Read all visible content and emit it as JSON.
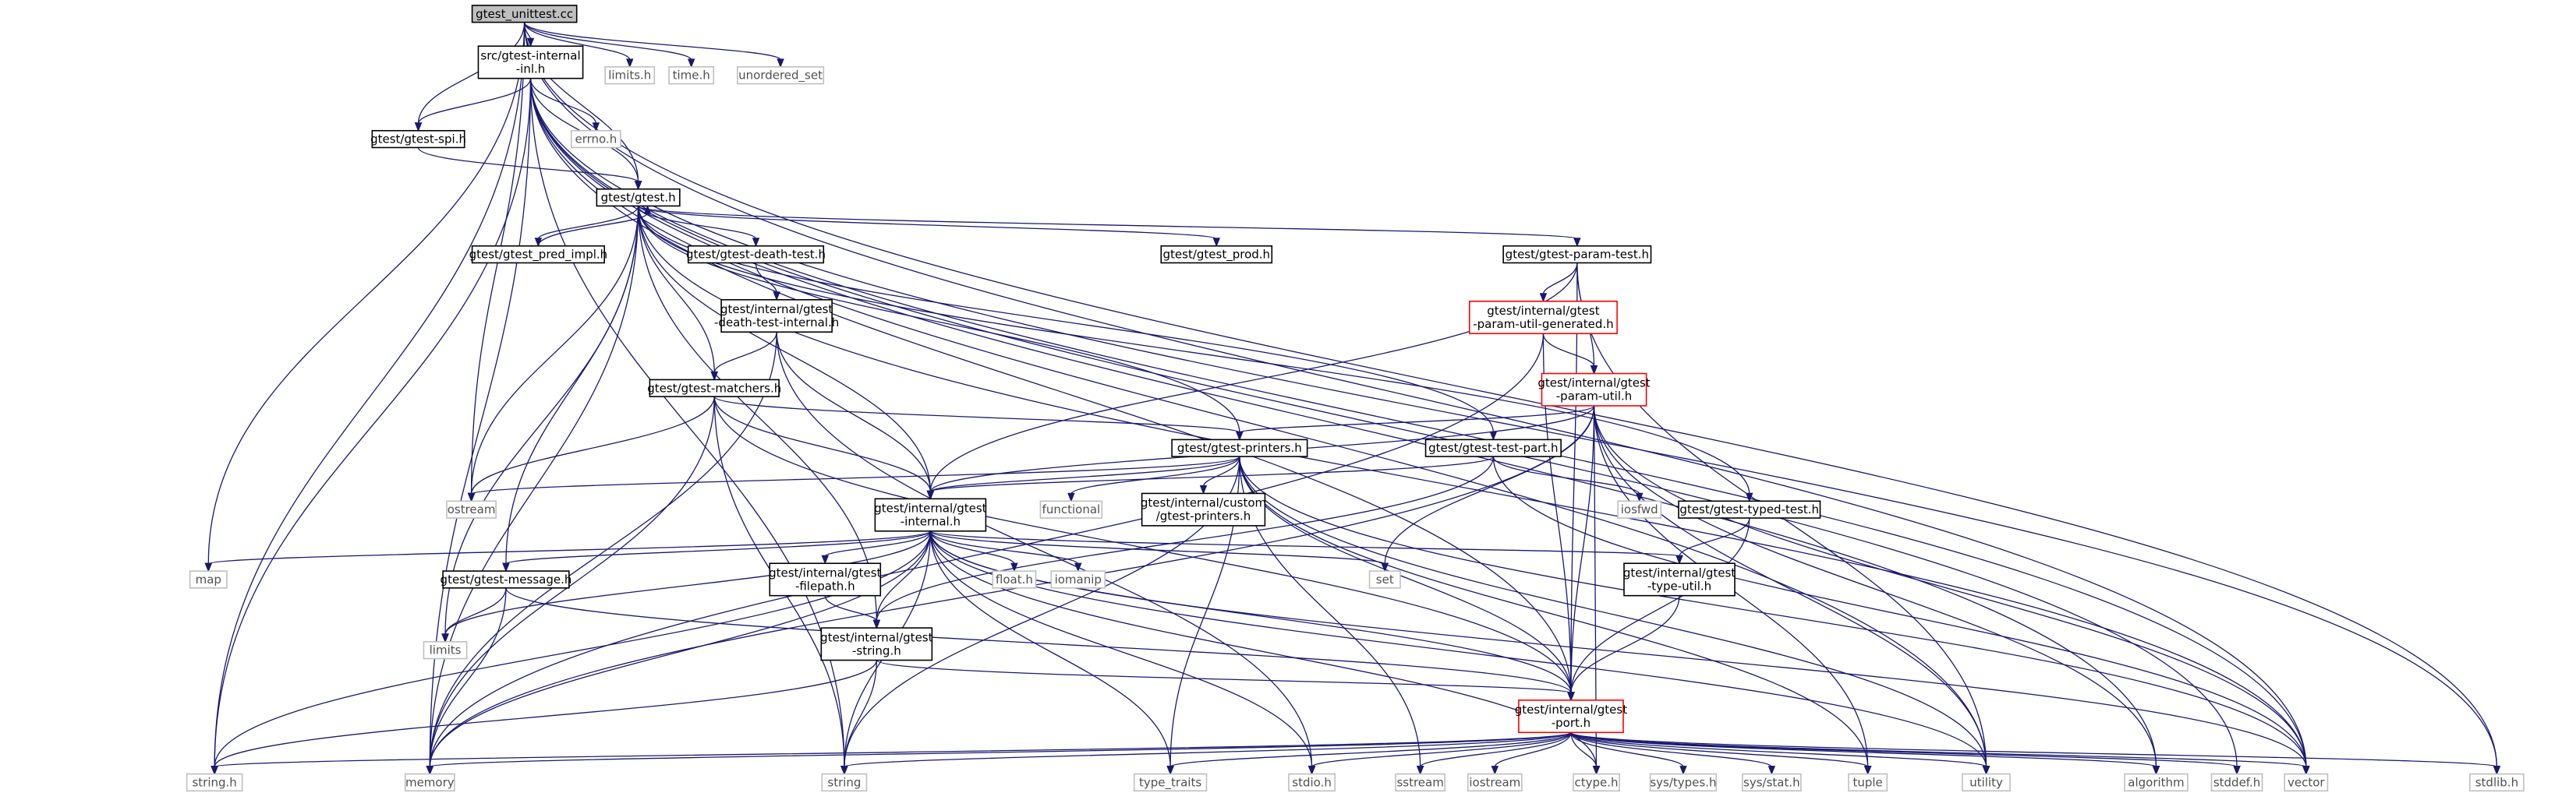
{
  "nodes": [
    {
      "id": "unittest",
      "lines": [
        "gtest_unittest.cc"
      ],
      "style": "main"
    },
    {
      "id": "inl",
      "lines": [
        "src/gtest-internal",
        "-inl.h"
      ],
      "style": "doc"
    },
    {
      "id": "limits_h",
      "lines": [
        "limits.h"
      ],
      "style": "ext"
    },
    {
      "id": "time_h",
      "lines": [
        "time.h"
      ],
      "style": "ext"
    },
    {
      "id": "unordered_set",
      "lines": [
        "unordered_set"
      ],
      "style": "ext"
    },
    {
      "id": "errno_h",
      "lines": [
        "errno.h"
      ],
      "style": "ext"
    },
    {
      "id": "spi",
      "lines": [
        "gtest/gtest-spi.h"
      ],
      "style": "doc"
    },
    {
      "id": "gtest",
      "lines": [
        "gtest/gtest.h"
      ],
      "style": "doc"
    },
    {
      "id": "pred",
      "lines": [
        "gtest/gtest_pred_impl.h"
      ],
      "style": "doc"
    },
    {
      "id": "death",
      "lines": [
        "gtest/gtest-death-test.h"
      ],
      "style": "doc"
    },
    {
      "id": "prod",
      "lines": [
        "gtest/gtest_prod.h"
      ],
      "style": "doc"
    },
    {
      "id": "param",
      "lines": [
        "gtest/gtest-param-test.h"
      ],
      "style": "doc"
    },
    {
      "id": "paramgen",
      "lines": [
        "gtest/internal/gtest",
        "-param-util-generated.h"
      ],
      "style": "red"
    },
    {
      "id": "deathint",
      "lines": [
        "gtest/internal/gtest",
        "-death-test-internal.h"
      ],
      "style": "doc"
    },
    {
      "id": "paramutil",
      "lines": [
        "gtest/internal/gtest",
        "-param-util.h"
      ],
      "style": "red"
    },
    {
      "id": "matchers",
      "lines": [
        "gtest/gtest-matchers.h"
      ],
      "style": "doc"
    },
    {
      "id": "testpart",
      "lines": [
        "gtest/gtest-test-part.h"
      ],
      "style": "doc"
    },
    {
      "id": "printers",
      "lines": [
        "gtest/gtest-printers.h"
      ],
      "style": "doc"
    },
    {
      "id": "ostream",
      "lines": [
        "ostream"
      ],
      "style": "ext"
    },
    {
      "id": "functional",
      "lines": [
        "functional"
      ],
      "style": "ext"
    },
    {
      "id": "customprinters",
      "lines": [
        "gtest/internal/custom",
        "/gtest-printers.h"
      ],
      "style": "doc"
    },
    {
      "id": "iosfwd",
      "lines": [
        "iosfwd"
      ],
      "style": "ext"
    },
    {
      "id": "typedtest",
      "lines": [
        "gtest/gtest-typed-test.h"
      ],
      "style": "doc"
    },
    {
      "id": "internal",
      "lines": [
        "gtest/internal/gtest",
        "-internal.h"
      ],
      "style": "doc"
    },
    {
      "id": "map",
      "lines": [
        "map"
      ],
      "style": "ext"
    },
    {
      "id": "message",
      "lines": [
        "gtest/gtest-message.h"
      ],
      "style": "doc"
    },
    {
      "id": "filepath",
      "lines": [
        "gtest/internal/gtest",
        "-filepath.h"
      ],
      "style": "doc"
    },
    {
      "id": "float_h",
      "lines": [
        "float.h"
      ],
      "style": "ext"
    },
    {
      "id": "iomanip",
      "lines": [
        "iomanip"
      ],
      "style": "ext"
    },
    {
      "id": "set",
      "lines": [
        "set"
      ],
      "style": "ext"
    },
    {
      "id": "typeutil",
      "lines": [
        "gtest/internal/gtest",
        "-type-util.h"
      ],
      "style": "doc"
    },
    {
      "id": "limits",
      "lines": [
        "limits"
      ],
      "style": "ext"
    },
    {
      "id": "gstring",
      "lines": [
        "gtest/internal/gtest",
        "-string.h"
      ],
      "style": "doc"
    },
    {
      "id": "port",
      "lines": [
        "gtest/internal/gtest",
        "-port.h"
      ],
      "style": "red"
    },
    {
      "id": "string_h",
      "lines": [
        "string.h"
      ],
      "style": "ext"
    },
    {
      "id": "memory",
      "lines": [
        "memory"
      ],
      "style": "ext"
    },
    {
      "id": "string",
      "lines": [
        "string"
      ],
      "style": "ext"
    },
    {
      "id": "type_traits",
      "lines": [
        "type_traits"
      ],
      "style": "ext"
    },
    {
      "id": "stdio_h",
      "lines": [
        "stdio.h"
      ],
      "style": "ext"
    },
    {
      "id": "sstream",
      "lines": [
        "sstream"
      ],
      "style": "ext"
    },
    {
      "id": "iostream",
      "lines": [
        "iostream"
      ],
      "style": "ext"
    },
    {
      "id": "ctype_h",
      "lines": [
        "ctype.h"
      ],
      "style": "ext"
    },
    {
      "id": "systypes",
      "lines": [
        "sys/types.h"
      ],
      "style": "ext"
    },
    {
      "id": "sysstat",
      "lines": [
        "sys/stat.h"
      ],
      "style": "ext"
    },
    {
      "id": "tuple",
      "lines": [
        "tuple"
      ],
      "style": "ext"
    },
    {
      "id": "utility",
      "lines": [
        "utility"
      ],
      "style": "ext"
    },
    {
      "id": "algorithm",
      "lines": [
        "algorithm"
      ],
      "style": "ext"
    },
    {
      "id": "stddef_h",
      "lines": [
        "stddef.h"
      ],
      "style": "ext"
    },
    {
      "id": "vector",
      "lines": [
        "vector"
      ],
      "style": "ext"
    },
    {
      "id": "stdlib_h",
      "lines": [
        "stdlib.h"
      ],
      "style": "ext"
    }
  ],
  "edges": [
    [
      "unittest",
      "inl"
    ],
    [
      "unittest",
      "limits_h"
    ],
    [
      "unittest",
      "time_h"
    ],
    [
      "unittest",
      "unordered_set"
    ],
    [
      "unittest",
      "spi"
    ],
    [
      "unittest",
      "gtest"
    ],
    [
      "unittest",
      "ostream"
    ],
    [
      "unittest",
      "map"
    ],
    [
      "unittest",
      "string_h"
    ],
    [
      "unittest",
      "vector"
    ],
    [
      "unittest",
      "stdlib_h"
    ],
    [
      "inl",
      "errno_h"
    ],
    [
      "inl",
      "spi"
    ],
    [
      "inl",
      "gtest"
    ],
    [
      "inl",
      "string_h"
    ],
    [
      "inl",
      "memory"
    ],
    [
      "inl",
      "string"
    ],
    [
      "inl",
      "port"
    ],
    [
      "inl",
      "algorithm"
    ],
    [
      "inl",
      "stddef_h"
    ],
    [
      "inl",
      "utility"
    ],
    [
      "inl",
      "vector"
    ],
    [
      "inl",
      "stdlib_h"
    ],
    [
      "spi",
      "gtest"
    ],
    [
      "gtest",
      "pred"
    ],
    [
      "gtest",
      "death"
    ],
    [
      "gtest",
      "prod"
    ],
    [
      "gtest",
      "param"
    ],
    [
      "gtest",
      "matchers"
    ],
    [
      "gtest",
      "testpart"
    ],
    [
      "gtest",
      "printers"
    ],
    [
      "gtest",
      "typedtest"
    ],
    [
      "gtest",
      "internal"
    ],
    [
      "gtest",
      "message"
    ],
    [
      "gtest",
      "gstring"
    ],
    [
      "gtest",
      "ostream"
    ],
    [
      "gtest",
      "limits"
    ],
    [
      "gtest",
      "memory"
    ],
    [
      "gtest",
      "vector"
    ],
    [
      "pred",
      "gtest"
    ],
    [
      "death",
      "deathint"
    ],
    [
      "deathint",
      "matchers"
    ],
    [
      "deathint",
      "internal"
    ],
    [
      "deathint",
      "memory"
    ],
    [
      "deathint",
      "stdio_h"
    ],
    [
      "param",
      "paramgen"
    ],
    [
      "param",
      "paramutil"
    ],
    [
      "param",
      "internal"
    ],
    [
      "param",
      "port"
    ],
    [
      "param",
      "utility"
    ],
    [
      "paramgen",
      "paramutil"
    ],
    [
      "paramgen",
      "port"
    ],
    [
      "paramgen",
      "memory"
    ],
    [
      "paramutil",
      "printers"
    ],
    [
      "paramutil",
      "internal"
    ],
    [
      "paramutil",
      "port"
    ],
    [
      "paramutil",
      "set"
    ],
    [
      "paramutil",
      "ctype_h"
    ],
    [
      "paramutil",
      "tuple"
    ],
    [
      "paramutil",
      "utility"
    ],
    [
      "paramutil",
      "vector"
    ],
    [
      "paramutil",
      "memory"
    ],
    [
      "paramutil",
      "algorithm"
    ],
    [
      "matchers",
      "printers"
    ],
    [
      "matchers",
      "internal"
    ],
    [
      "matchers",
      "port"
    ],
    [
      "matchers",
      "ostream"
    ],
    [
      "matchers",
      "string"
    ],
    [
      "matchers",
      "memory"
    ],
    [
      "testpart",
      "internal"
    ],
    [
      "testpart",
      "gstring"
    ],
    [
      "testpart",
      "iosfwd"
    ],
    [
      "testpart",
      "vector"
    ],
    [
      "printers",
      "ostream"
    ],
    [
      "printers",
      "functional"
    ],
    [
      "printers",
      "customprinters"
    ],
    [
      "printers",
      "internal"
    ],
    [
      "printers",
      "port"
    ],
    [
      "printers",
      "sstream"
    ],
    [
      "printers",
      "string"
    ],
    [
      "printers",
      "tuple"
    ],
    [
      "printers",
      "utility"
    ],
    [
      "printers",
      "vector"
    ],
    [
      "printers",
      "type_traits"
    ],
    [
      "typedtest",
      "typeutil"
    ],
    [
      "typedtest",
      "port"
    ],
    [
      "internal",
      "map"
    ],
    [
      "internal",
      "message"
    ],
    [
      "internal",
      "filepath"
    ],
    [
      "internal",
      "float_h"
    ],
    [
      "internal",
      "iomanip"
    ],
    [
      "internal",
      "set"
    ],
    [
      "internal",
      "typeutil"
    ],
    [
      "internal",
      "limits"
    ],
    [
      "internal",
      "gstring"
    ],
    [
      "internal",
      "port"
    ],
    [
      "internal",
      "string_h"
    ],
    [
      "internal",
      "string"
    ],
    [
      "internal",
      "type_traits"
    ],
    [
      "internal",
      "stdio_h"
    ],
    [
      "internal",
      "ctype_h"
    ],
    [
      "internal",
      "vector"
    ],
    [
      "internal",
      "utility"
    ],
    [
      "internal",
      "memory"
    ],
    [
      "message",
      "limits"
    ],
    [
      "message",
      "memory"
    ],
    [
      "message",
      "port"
    ],
    [
      "filepath",
      "gstring"
    ],
    [
      "typeutil",
      "port"
    ],
    [
      "gstring",
      "port"
    ],
    [
      "gstring",
      "string_h"
    ],
    [
      "gstring",
      "string"
    ],
    [
      "port",
      "string_h"
    ],
    [
      "port",
      "memory"
    ],
    [
      "port",
      "string"
    ],
    [
      "port",
      "type_traits"
    ],
    [
      "port",
      "stdio_h"
    ],
    [
      "port",
      "sstream"
    ],
    [
      "port",
      "iostream"
    ],
    [
      "port",
      "ctype_h"
    ],
    [
      "port",
      "systypes"
    ],
    [
      "port",
      "sysstat"
    ],
    [
      "port",
      "tuple"
    ],
    [
      "port",
      "utility"
    ],
    [
      "port",
      "algorithm"
    ],
    [
      "port",
      "stddef_h"
    ],
    [
      "port",
      "vector"
    ],
    [
      "port",
      "stdlib_h"
    ]
  ]
}
